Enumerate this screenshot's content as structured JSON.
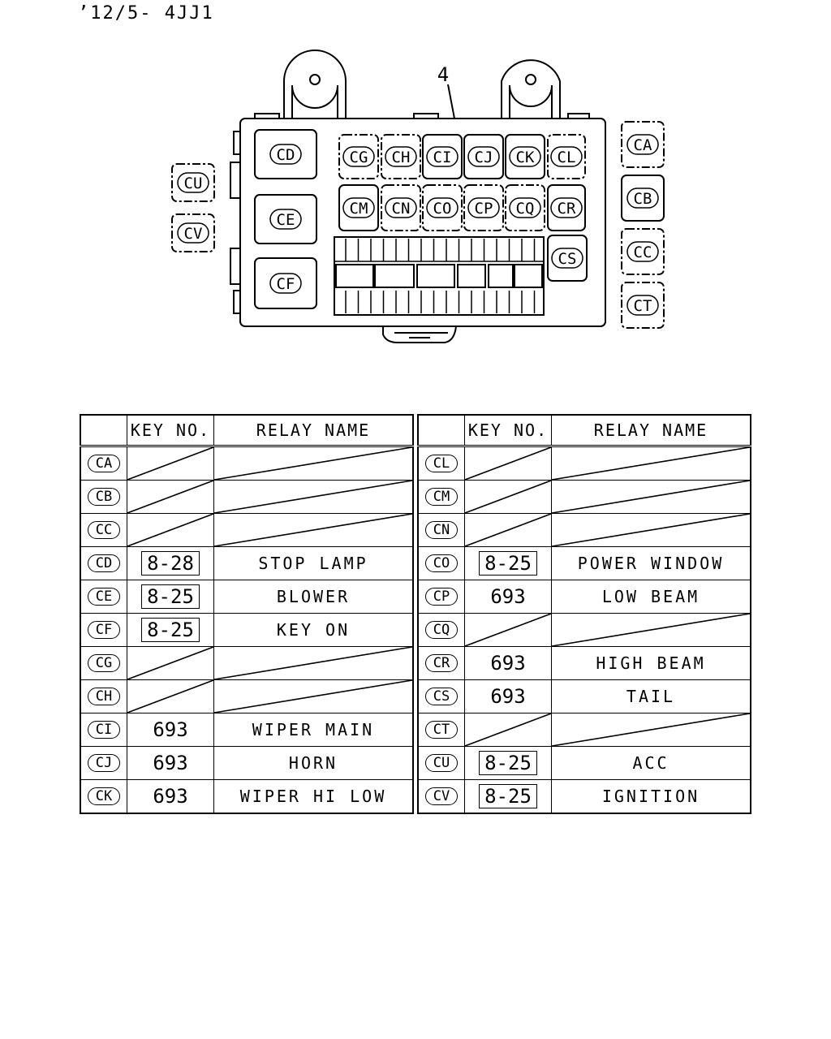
{
  "header": {
    "code": "’12/5- 4JJ1"
  },
  "diagram": {
    "callout": "4",
    "labels": [
      "CD",
      "CE",
      "CF",
      "CG",
      "CH",
      "CI",
      "CJ",
      "CK",
      "CL",
      "CM",
      "CN",
      "CO",
      "CP",
      "CQ",
      "CR",
      "CS",
      "CA",
      "CB",
      "CC",
      "CT",
      "CU",
      "CV"
    ]
  },
  "tables": {
    "col_headers": [
      "KEY NO.",
      "RELAY NAME"
    ],
    "left": [
      {
        "code": "CA",
        "key": "",
        "boxed": false,
        "name": ""
      },
      {
        "code": "CB",
        "key": "",
        "boxed": false,
        "name": ""
      },
      {
        "code": "CC",
        "key": "",
        "boxed": false,
        "name": ""
      },
      {
        "code": "CD",
        "key": "8-28",
        "boxed": true,
        "name": "STOP LAMP"
      },
      {
        "code": "CE",
        "key": "8-25",
        "boxed": true,
        "name": "BLOWER"
      },
      {
        "code": "CF",
        "key": "8-25",
        "boxed": true,
        "name": "KEY ON"
      },
      {
        "code": "CG",
        "key": "",
        "boxed": false,
        "name": ""
      },
      {
        "code": "CH",
        "key": "",
        "boxed": false,
        "name": ""
      },
      {
        "code": "CI",
        "key": "693",
        "boxed": false,
        "name": "WIPER MAIN"
      },
      {
        "code": "CJ",
        "key": "693",
        "boxed": false,
        "name": "HORN"
      },
      {
        "code": "CK",
        "key": "693",
        "boxed": false,
        "name": "WIPER HI LOW"
      }
    ],
    "right": [
      {
        "code": "CL",
        "key": "",
        "boxed": false,
        "name": ""
      },
      {
        "code": "CM",
        "key": "",
        "boxed": false,
        "name": ""
      },
      {
        "code": "CN",
        "key": "",
        "boxed": false,
        "name": ""
      },
      {
        "code": "CO",
        "key": "8-25",
        "boxed": true,
        "name": "POWER WINDOW"
      },
      {
        "code": "CP",
        "key": "693",
        "boxed": false,
        "name": "LOW BEAM"
      },
      {
        "code": "CQ",
        "key": "",
        "boxed": false,
        "name": ""
      },
      {
        "code": "CR",
        "key": "693",
        "boxed": false,
        "name": "HIGH BEAM"
      },
      {
        "code": "CS",
        "key": "693",
        "boxed": false,
        "name": "TAIL"
      },
      {
        "code": "CT",
        "key": "",
        "boxed": false,
        "name": ""
      },
      {
        "code": "CU",
        "key": "8-25",
        "boxed": true,
        "name": "ACC"
      },
      {
        "code": "CV",
        "key": "8-25",
        "boxed": true,
        "name": "IGNITION"
      }
    ]
  }
}
